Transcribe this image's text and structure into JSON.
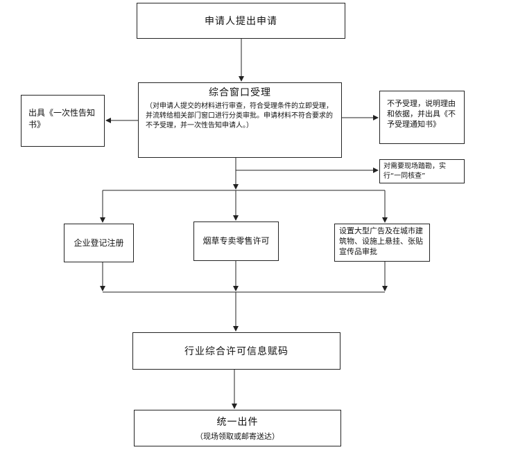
{
  "flow": {
    "start": "申请人提出申请",
    "window": {
      "title": "综合窗口受理",
      "desc": "（对申请人提交的材料进行审查，符合受理条件的立即受理，并流转给相关部门窗口进行分类审批。申请材料不符合要求的不予受理，并一次性告知申请人。）"
    },
    "left_note": "出具《一次性告知书》",
    "right_note": "不予受理，说明理由和依据，并出具《不予受理通知书》",
    "field_note": "对需要现场踏勘，实行“一同核查”",
    "branches": {
      "b1": "企业登记注册",
      "b2": "烟草专卖零售许可",
      "b3": "设置大型广告及在城市建筑物、设施上悬挂、张贴宣传品审批"
    },
    "code": "行业综合许可信息赋码",
    "final": {
      "title": "统一出件",
      "sub": "（现场领取或邮寄送达）"
    }
  },
  "colors": {
    "line": "#222222",
    "background": "#ffffff"
  }
}
